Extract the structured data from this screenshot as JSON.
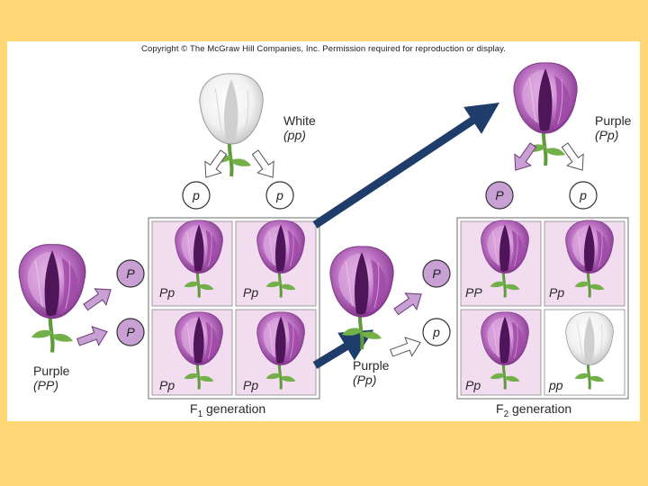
{
  "copyright": "Copyright © The McGraw Hill Companies, Inc. Permission required for reproduction or display.",
  "colors": {
    "background": "#ffd777",
    "purple_flower": "#b066b8",
    "purple_dark": "#5a1a63",
    "white_flower": "#f4f4f4",
    "grid_fill": "#f2dcef",
    "allele_purple": "#c9a0d4",
    "arrow_blue": "#1f3d6b"
  },
  "parents": {
    "white": {
      "color": "White",
      "genotype": "(pp)"
    },
    "purple": {
      "color": "Purple",
      "genotype": "(PP)"
    }
  },
  "f1_cross": {
    "top_alleles": [
      "p",
      "p"
    ],
    "left_alleles": [
      "P",
      "P"
    ],
    "cells": [
      "Pp",
      "Pp",
      "Pp",
      "Pp"
    ],
    "generation_label": "F",
    "generation_sub": "1",
    "generation_suffix": " generation"
  },
  "f2_cross": {
    "top_parent": {
      "color": "Purple",
      "genotype": "(Pp)"
    },
    "left_parent": {
      "color": "Purple",
      "genotype": "(Pp)"
    },
    "top_alleles": [
      "P",
      "p"
    ],
    "left_alleles": [
      "P",
      "p"
    ],
    "cells": [
      "PP",
      "Pp",
      "Pp",
      "pp"
    ],
    "generation_label": "F",
    "generation_sub": "2",
    "generation_suffix": " generation"
  },
  "icons": [
    "purple-flower-icon",
    "white-flower-icon",
    "arrow-icon"
  ]
}
